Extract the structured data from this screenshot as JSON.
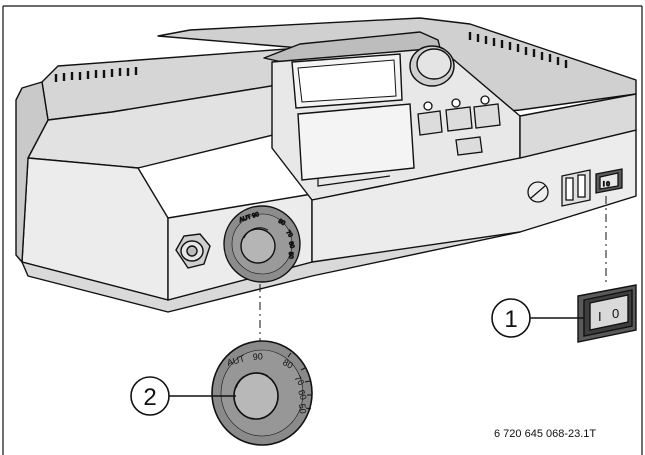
{
  "figure": {
    "code": "6 720 645 068-23.1T"
  },
  "callouts": [
    {
      "number": "1",
      "target": "power switch"
    },
    {
      "number": "2",
      "target": "boiler water temperature dial"
    }
  ],
  "power_switch": {
    "symbol_on": "I",
    "symbol_off": "0"
  },
  "temperature_dial": {
    "scale": [
      "AUT",
      "90",
      "80",
      "70",
      "60",
      "50"
    ]
  },
  "colors": {
    "body": "#e6e6e6",
    "top": "#d0d0d0",
    "shade": "#b9b9b9",
    "dark": "#7a7a7a",
    "knob": "#8c8c8c",
    "switch": "#5a5a5a",
    "line": "#111111"
  }
}
